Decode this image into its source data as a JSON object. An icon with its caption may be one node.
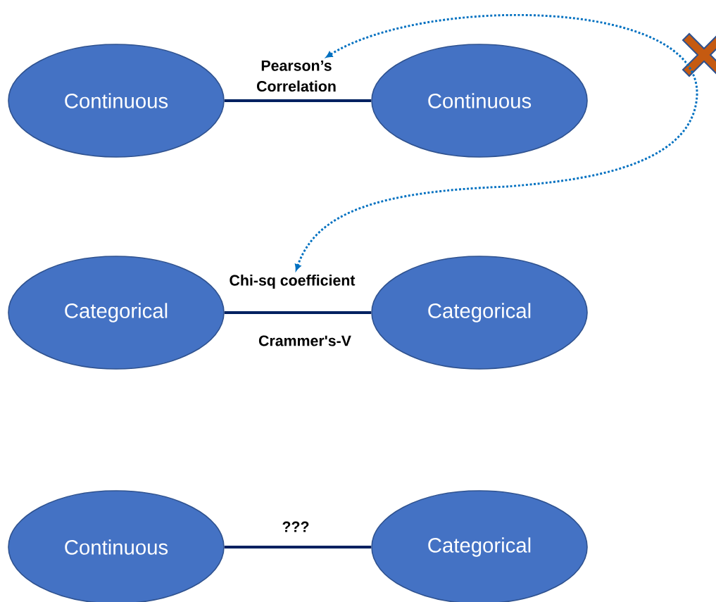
{
  "diagram": {
    "nodes": [
      {
        "text": [
          "Continuous"
        ]
      },
      {
        "text": [
          "Pearson’s Correlation"
        ]
      },
      {
        "text": [
          "Continuous"
        ]
      },
      {
        "text": [
          "Categorical"
        ]
      },
      {
        "text": [
          "Chi-sq coefficient"
        ]
      },
      {
        "text": [
          "Categorical"
        ]
      },
      {
        "text": [
          "Continuous"
        ]
      },
      {
        "text": [
          "Categorical"
        ]
      }
    ],
    "edges": [
      {
        "from": 0,
        "to": 2,
        "arrow": "none"
      },
      {
        "from": 3,
        "to": 5,
        "arrow": "none"
      },
      {
        "from": 6,
        "to": 7,
        "arrow": "none",
        "label": "???"
      },
      {
        "from": 1,
        "to": 4,
        "arrow": "both",
        "style": "dashed",
        "color": "#0070c0"
      }
    ],
    "labels": [
      "Crammer's-V"
    ]
  }
}
